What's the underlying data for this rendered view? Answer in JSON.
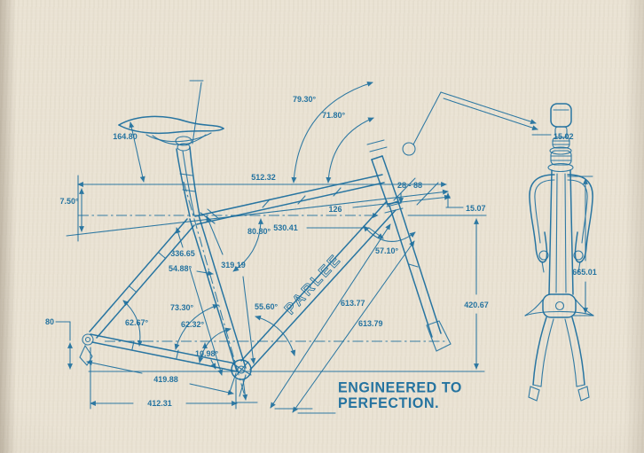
{
  "colors": {
    "shirt": "#eae3d4",
    "ink": "#1d6f9e"
  },
  "tagline": {
    "line1": "ENGINEERED TO",
    "line2": "PERFECTION."
  },
  "frame_logo": "PARLEE",
  "dims": {
    "saddle_height": "164.80",
    "seat_angle": "7.50°",
    "top_tube": "512.32",
    "head_angle_outer": "79.30°",
    "head_angle_inner": "71.80°",
    "head_tube_range": "28 - 88",
    "bar_drop": "15.07",
    "head_spacing": "126",
    "front_center": "530.41",
    "seat_cluster_angle": "80.80°",
    "seat_tube_length": "336.65",
    "seat_stay_angle": "54.88°",
    "seatpost_extension": "319.19",
    "bb_seat_angle": "73.30°",
    "dropout_angle": "62.67°",
    "bb_chainstay_angle": "62.32°",
    "rear_triangle_angle": "55.60°",
    "fork_angle": "57.10°",
    "fork_axis_a": "613.77",
    "fork_axis_b": "613.79",
    "frame_height": "420.67",
    "bb_drop": "80",
    "chainstay_angle": "10.98°",
    "chainstay_diagonal": "419.88",
    "chainstay_horizontal": "412.31",
    "stem_offset": "15.02",
    "front_height": "665.01"
  }
}
